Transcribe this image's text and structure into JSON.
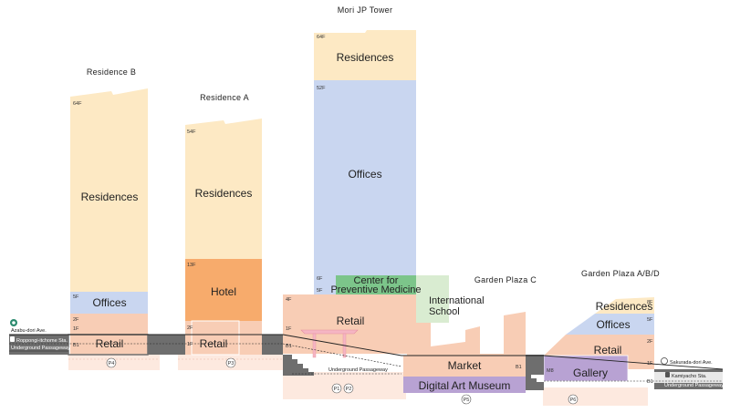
{
  "colors": {
    "residences": "#fde9c4",
    "offices": "#c9d6f0",
    "hotel": "#f7ab6c",
    "retail": "#f8cdb5",
    "green": "#7cc58a",
    "green_light": "#d9ecd1",
    "museum": "#b8a2d3",
    "gallery": "#b8a2d3",
    "ground": "#6e6e6e",
    "pink_light": "#fde4da"
  },
  "buildings": {
    "residence_b": {
      "title": "Residence B",
      "residences": "Residences",
      "offices": "Offices",
      "retail": "Retail",
      "floors": {
        "top": "64F",
        "offices": "5F",
        "f2": "2F",
        "f1": "1F",
        "b1": "B1"
      }
    },
    "residence_a": {
      "title": "Residence A",
      "residences": "Residences",
      "hotel": "Hotel",
      "retail": "Retail",
      "floors": {
        "top": "54F",
        "hotel": "13F",
        "f2": "2F",
        "f1": "1F"
      }
    },
    "mori_jp_tower": {
      "title": "Mori JP Tower",
      "residences": "Residences",
      "offices": "Offices",
      "center_line1": "Center for",
      "center_line2": "Preventive Medicine",
      "floors": {
        "top": "64F",
        "offices": "52F",
        "center": "6F",
        "f5": "5F"
      }
    },
    "podium": {
      "retail": "Retail",
      "floors": {
        "f4": "4F",
        "f1": "1F",
        "b1": "B1"
      }
    },
    "international_school": {
      "line1": "International",
      "line2": "School"
    },
    "garden_plaza_c": {
      "title": "Garden Plaza C"
    },
    "garden_plaza_abd": {
      "title": "Garden Plaza A/B/D",
      "residences": "Residences",
      "offices": "Offices",
      "retail": "Retail",
      "gallery": "Gallery",
      "floors": {
        "top": "8F",
        "offices": "5F",
        "f2": "2F",
        "f1": "1F",
        "b1": "B1",
        "m8": "M8"
      }
    },
    "market": {
      "label": "Market",
      "floor": "B1"
    },
    "museum": {
      "label": "Digital Art Museum"
    }
  },
  "stations": {
    "left_road": "Azabu-dori Ave.",
    "left_station": "Roppongi-itchome Sta.",
    "left_passage": "Underground Passageway",
    "middle_passage": "Underground Passageway",
    "right_road": "Sakurada-dori Ave.",
    "right_station": "Kamiyacho Sta.",
    "right_passage": "Underground Passageway"
  },
  "parking": {
    "p4": "P4",
    "p3": "P3",
    "p1": "P1",
    "p2": "P2",
    "p5": "P5",
    "p6": "P6"
  }
}
